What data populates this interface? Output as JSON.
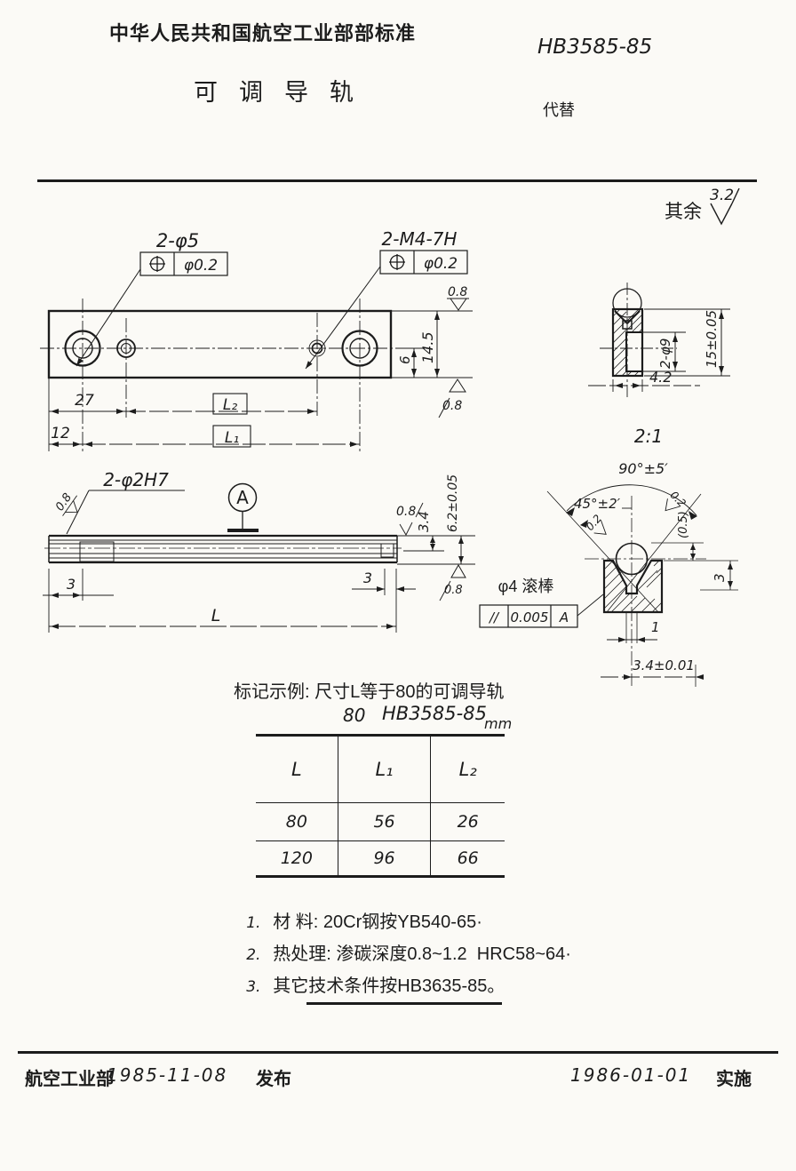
{
  "header": {
    "org": "中华人民共和国航空工业部部标准",
    "standard_no": "HB3585-85",
    "title": "可调导轨",
    "replaces": "代替"
  },
  "finish_note": {
    "prefix": "其余",
    "value": "3.2"
  },
  "plan_view": {
    "callout_cb": "2-φ5",
    "callout_cb_tol": "φ0.2",
    "callout_thread": "2-M4-7H",
    "callout_thread_tol": "φ0.2",
    "rough_top": "0.8",
    "rough_bottom": "0.8",
    "dim_6": "6",
    "dim_14_5": "14.5",
    "dim_27": "27",
    "dim_12": "12",
    "dim_L1": "L₁",
    "dim_L2": "L₂"
  },
  "section_view": {
    "scale": "2:1",
    "dim_bore": "2-φ9",
    "dim_4_2": "4.2",
    "dim_15": "15±0.05"
  },
  "side_view": {
    "callout_pin": "2-φ2H7",
    "rough_left": "0.8",
    "rough_right": "0.8",
    "rough_bottom": "0.8",
    "datum": "A",
    "dim_3_left": "3",
    "dim_3_right": "3",
    "dim_3_4": "3.4",
    "dim_6_2": "6.2±0.05",
    "dim_L": "L"
  },
  "detail_view": {
    "angle_90": "90°±5′",
    "angle_45": "45°±2′",
    "rough_left": "0.2",
    "rough_right": "0.2",
    "dim_0_5": "(0.5)",
    "dim_3": "3",
    "dim_1": "1",
    "dim_3_4": "3.4±0.01",
    "roller_label": "φ4 滚棒",
    "tol_symbol": "//",
    "tol_value": "0.005",
    "tol_datum": "A"
  },
  "marking": {
    "example": "标记示例: 尺寸L等于80的可调导轨",
    "size": "80",
    "designation": "HB3585-85",
    "unit": "mm"
  },
  "table": {
    "headers": [
      "L",
      "L₁",
      "L₂"
    ],
    "rows": [
      [
        "80",
        "56",
        "26"
      ],
      [
        "120",
        "96",
        "66"
      ]
    ]
  },
  "notes": [
    {
      "no": "1.",
      "text": "材 料: 20Cr钢按YB540-65·"
    },
    {
      "no": "2.",
      "text": "热处理: 渗碳深度0.8~1.2  HRC58~64·"
    },
    {
      "no": "3.",
      "text": "其它技术条件按HB3635-85。"
    }
  ],
  "footer": {
    "issuer": "航空工业部",
    "issue_date": "1985-11-08",
    "issue_label": "发布",
    "impl_date": "1986-01-01",
    "impl_label": "实施"
  }
}
